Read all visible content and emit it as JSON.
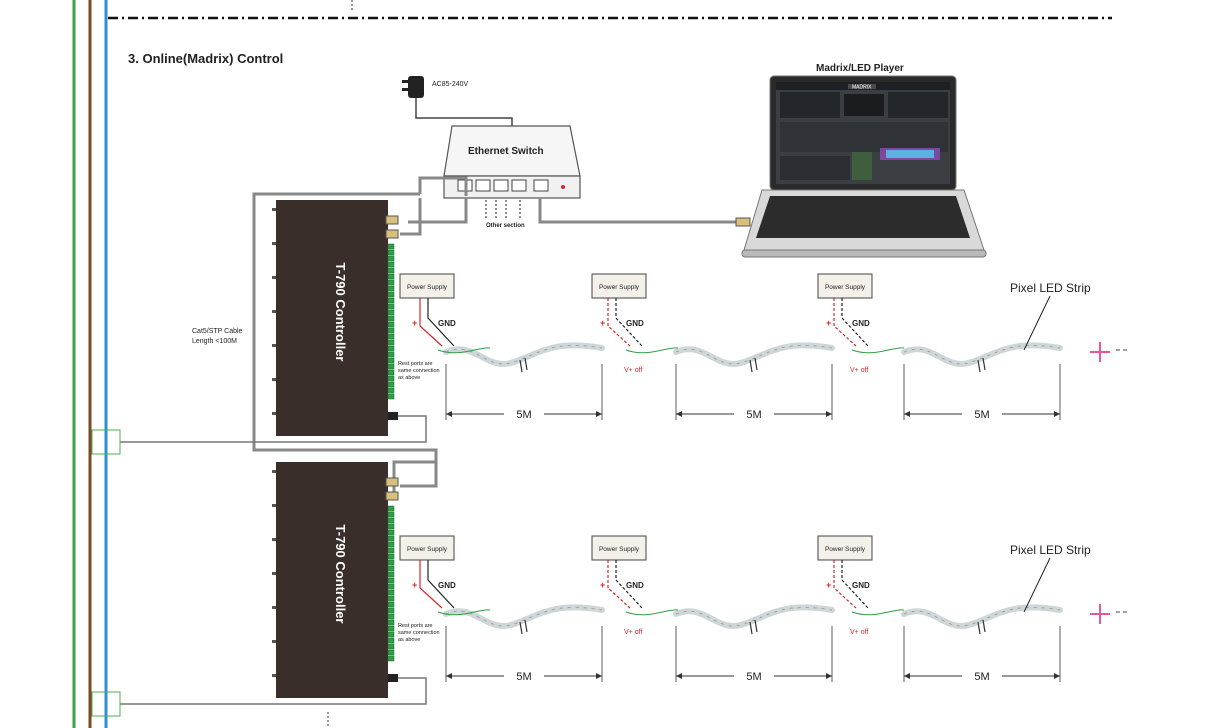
{
  "section_title": "3. Online(Madrix) Control",
  "adapter": {
    "label": "AC85-240V"
  },
  "ethernet_switch": {
    "label": "Ethernet Switch",
    "other_section": "Other section"
  },
  "laptop": {
    "title": "Madrix/LED Player",
    "app_name": "MADRIX"
  },
  "cable": {
    "line1": "Cat5/STP Cable",
    "line2": "Length <100M"
  },
  "controllers": [
    {
      "name": "T-790 Controller",
      "rest_ports": [
        "Rest ports are",
        "same connection",
        "as above"
      ],
      "runs": [
        {
          "power_supply": "Power Supply",
          "gnd": "GND",
          "plus": "+",
          "voff": ""
        },
        {
          "power_supply": "Power Supply",
          "gnd": "GND",
          "plus": "+",
          "voff": "V+ off"
        },
        {
          "power_supply": "Power Supply",
          "gnd": "GND",
          "plus": "+",
          "voff": "V+ off"
        }
      ],
      "strip_label": "Pixel LED Strip",
      "segments": [
        "5M",
        "5M",
        "5M"
      ]
    },
    {
      "name": "T-790 Controller",
      "rest_ports": [
        "Rest ports are",
        "same connection",
        "as above"
      ],
      "runs": [
        {
          "power_supply": "Power Supply",
          "gnd": "GND",
          "plus": "+",
          "voff": ""
        },
        {
          "power_supply": "Power Supply",
          "gnd": "GND",
          "plus": "+",
          "voff": "V+ off"
        },
        {
          "power_supply": "Power Supply",
          "gnd": "GND",
          "plus": "+",
          "voff": "V+ off"
        }
      ],
      "strip_label": "Pixel LED Strip",
      "segments": [
        "5M",
        "5M",
        "5M"
      ]
    }
  ],
  "colors": {
    "controller": "#3a2e2a",
    "cable": "#888888",
    "strip": "#cfd6d8",
    "plus_mark": "#e8559a",
    "green_border": "#3aa34a",
    "brown_border": "#7a4b23",
    "blue_border": "#2e8fd1"
  }
}
